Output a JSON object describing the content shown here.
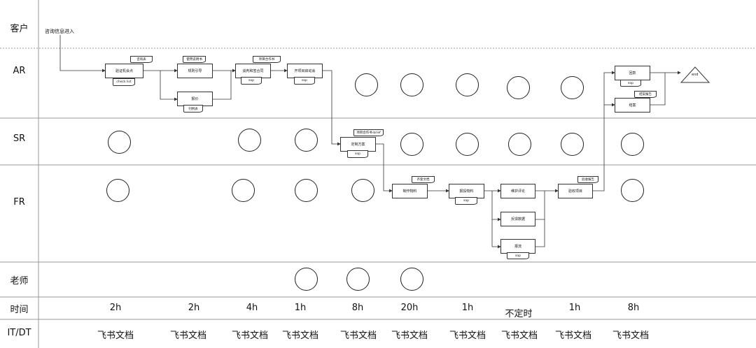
{
  "lanes": {
    "customer": "客户",
    "ar": "AR",
    "sr": "SR",
    "fr": "FR",
    "teacher": "老师",
    "time": "时间",
    "itdt": "IT/DT"
  },
  "entry": "咨询信息进入",
  "steps": {
    "verify_chance": "验证机会点",
    "consult_form": "咨询表",
    "checklist": "check list",
    "manual": "使用说明书",
    "rule_guide": "规则引导",
    "quote": "报价",
    "case_table": "刊例表",
    "contract_doc": "项目合作书",
    "negotiate": "谈判和签合同",
    "sop1": "sop",
    "kickoff": "开项目启动会",
    "sop2": "sop",
    "brief_doc": "项目合作书-brief",
    "custom_plan": "定制方案",
    "sop3": "sop",
    "produce": "制作物料",
    "files": "齐套文档",
    "report_material": "报投物料",
    "sop4": "sop",
    "maintain": "维护评论",
    "feedback": "反馈数据",
    "report_flow": "报流",
    "sop5": "sop",
    "accept": "验收项目",
    "accept_report": "验收报告",
    "payment": "回款",
    "sop6": "sop",
    "settle": "结案",
    "settle_report": "结案报告",
    "end": "end"
  },
  "times": [
    "2h",
    "2h",
    "4h",
    "1h",
    "8h",
    "20h",
    "1h",
    "不定时",
    "1h",
    "8h"
  ],
  "tools": [
    "飞书文档",
    "飞书文档",
    "飞书文档",
    "飞书文档",
    "飞书文档",
    "飞书文档",
    "飞书文档",
    "飞书文档",
    "飞书文档",
    "飞书文档"
  ]
}
